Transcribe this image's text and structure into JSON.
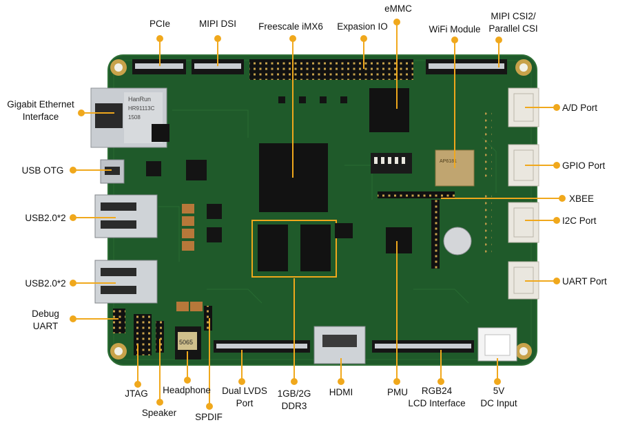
{
  "colors": {
    "board": "#1f5a2a",
    "board_dark": "#163f1e",
    "board_edge": "#2e6e35",
    "leader": "#f0a81c",
    "chip": "#121212",
    "metal": "#c9cdd2",
    "connector_white": "#eae7df",
    "pin_gold": "#c8a24a"
  },
  "labels": {
    "pcie": "PCIe",
    "mipi_dsi": "MIPI DSI",
    "cpu": "Freescale iMX6",
    "expansion_io": "Expasion IO",
    "emmc": "eMMC",
    "wifi": "WiFi Module",
    "mipi_csi_1": "MIPI CSI2/",
    "mipi_csi_2": "Parallel CSI",
    "eth_1": "Gigabit Ethernet",
    "eth_2": "Interface",
    "usb_otg": "USB OTG",
    "usb2_a": "USB2.0*2",
    "usb2_b": "USB2.0*2",
    "debug_1": "Debug",
    "debug_2": "UART",
    "ad_port": "A/D Port",
    "gpio_port": "GPIO Port",
    "xbee": "XBEE",
    "i2c_port": "I2C Port",
    "uart_port": "UART Port",
    "jtag": "JTAG",
    "speaker": "Speaker",
    "headphone": "Headphone",
    "spdif": "SPDIF",
    "lvds_1": "Dual LVDS",
    "lvds_2": "Port",
    "ddr_1": "1GB/2G",
    "ddr_2": "DDR3",
    "hdmi": "HDMI",
    "pmu": "PMU",
    "rgb_1": "RGB24",
    "rgb_2": "LCD Interface",
    "dc_1": "5V",
    "dc_2": "DC Input"
  },
  "board_print": {
    "eth_brand": "HanRun",
    "eth_part": "HR91113C",
    "eth_code": "1508",
    "jack_number": "5065",
    "wifi_chip": "AP6181"
  }
}
